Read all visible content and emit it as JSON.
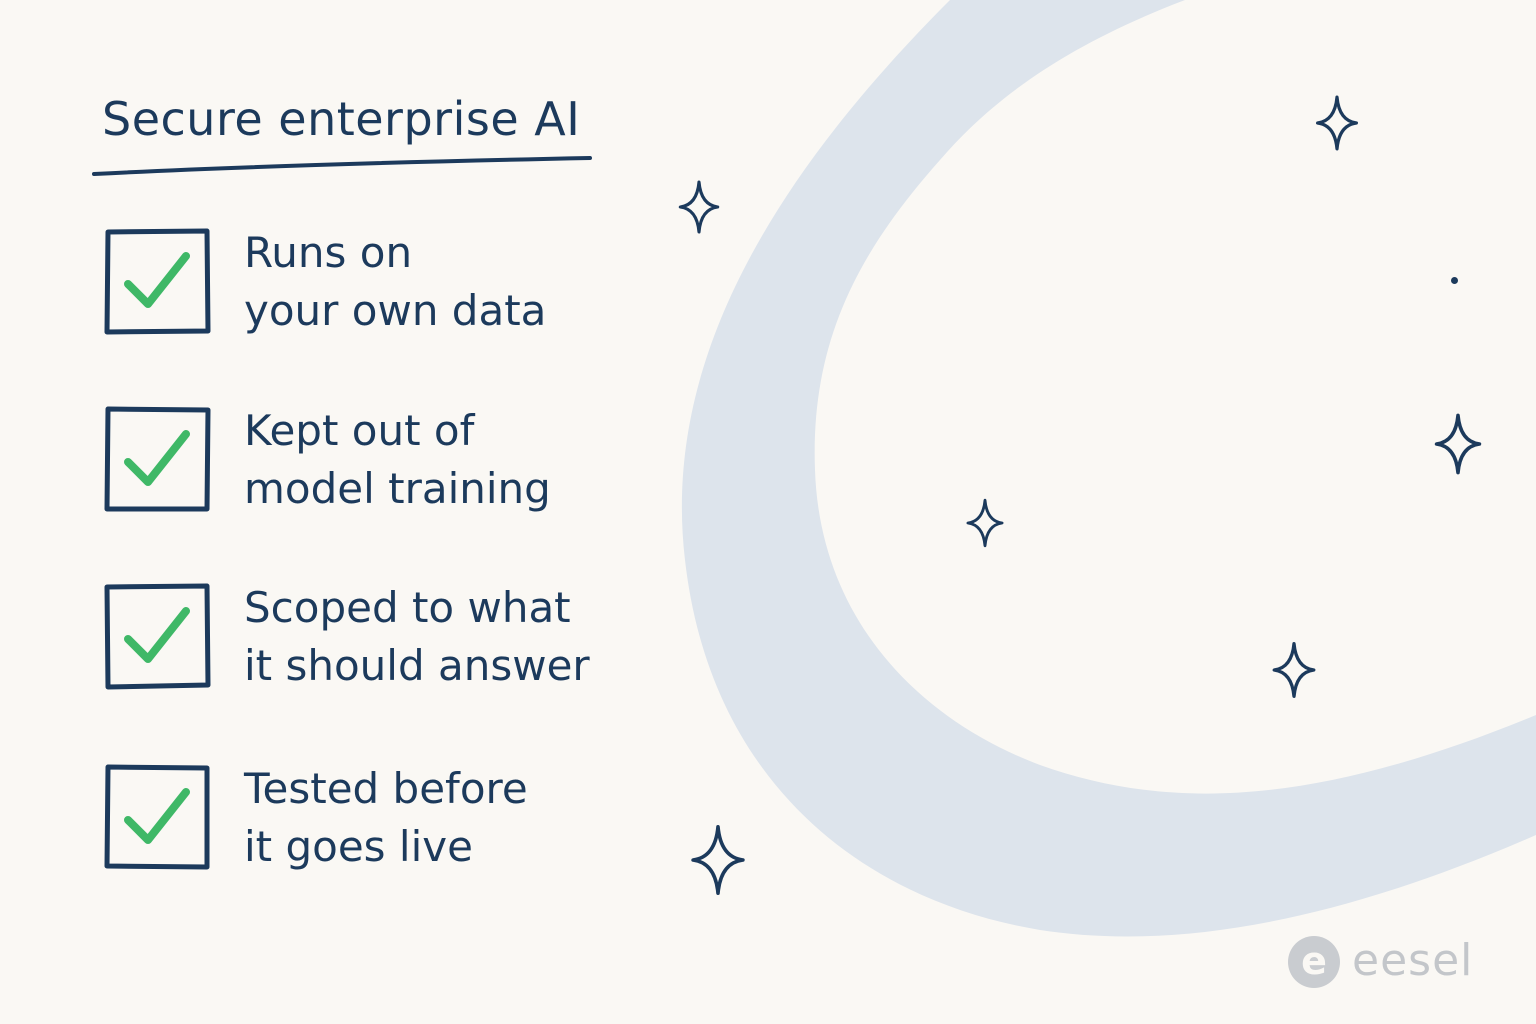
{
  "title": "Secure enterprise AI",
  "checklist": [
    {
      "line1": "Runs on",
      "line2": "your own data",
      "checked": true
    },
    {
      "line1": "Kept out of",
      "line2": "model training",
      "checked": true
    },
    {
      "line1": "Scoped to what",
      "line2": "it should answer",
      "checked": true
    },
    {
      "line1": "Tested before",
      "line2": "it goes live",
      "checked": true
    }
  ],
  "brand": {
    "name": "eesel",
    "mark": "e"
  },
  "colors": {
    "ink": "#1c3a5c",
    "check": "#3fb867",
    "swoosh": "#dde4ec",
    "background": "#faf8f4",
    "logo": "#c3c6ca"
  },
  "icons": [
    "checkbox-icon",
    "check-mark-icon",
    "sparkle-icon",
    "eesel-logo-icon"
  ]
}
